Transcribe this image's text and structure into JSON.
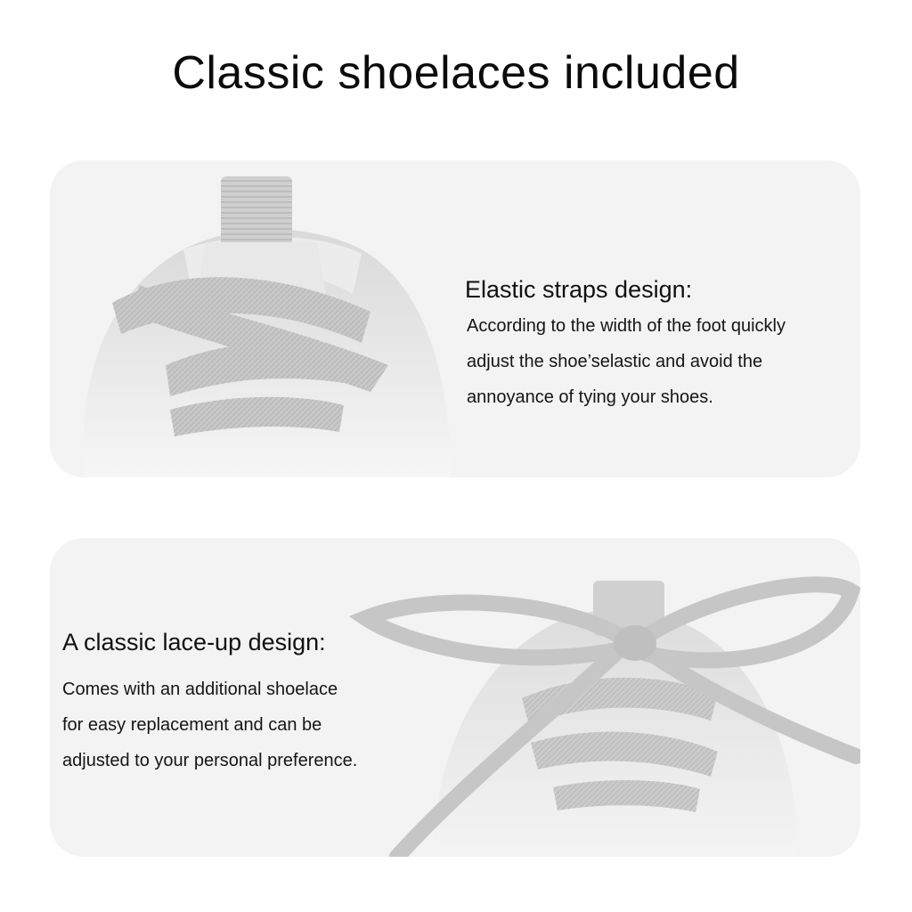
{
  "title": "Classic shoelaces included",
  "elastic": {
    "heading": "Elastic straps design:",
    "lines": [
      "According to the width of the foot quickly",
      "adjust the shoe’selastic and avoid the",
      "annoyance of tying your shoes."
    ]
  },
  "classic": {
    "heading": "A classic lace-up design:",
    "lines": [
      "Comes with an additional shoelace",
      "for easy replacement and can be",
      "adjusted to your personal preference."
    ]
  },
  "colors": {
    "panel_bg": "#f3f3f3",
    "lace": "#c9c9c9",
    "lace_dark": "#a9a9a9",
    "shoe_knit": "#e4e4e4",
    "text": "#111111"
  }
}
